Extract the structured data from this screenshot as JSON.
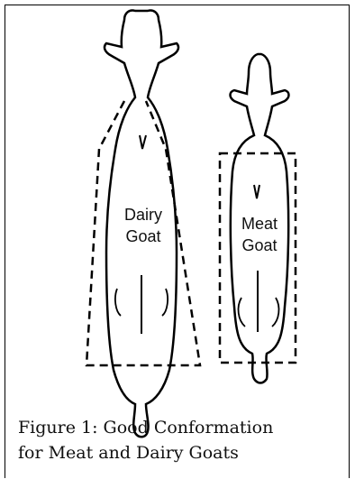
{
  "figure": {
    "labels": {
      "dairy_line1": "Dairy",
      "dairy_line2": "Goat",
      "meat_line1": "Meat",
      "meat_line2": "Goat"
    },
    "caption": {
      "line1": "Figure 1:  Good Conformation",
      "line2": "for Meat and Dairy Goats"
    }
  }
}
